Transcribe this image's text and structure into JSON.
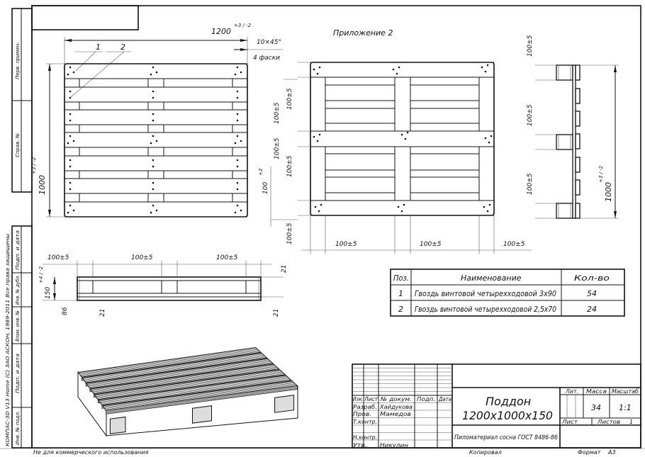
{
  "annex": "Приложение 2",
  "plan_view": {
    "width_dim": "1200",
    "width_tol": "+3 / -2",
    "length_dim": "1000",
    "length_tol": "+3 / -2",
    "chamfer": "10×45°",
    "chamfer_note": "4 фаски",
    "board_dim": "100",
    "board_tol": "+2",
    "callout_1": "1",
    "callout_2": "2",
    "right_dims": [
      "100±5",
      "100±5"
    ]
  },
  "front_view": {
    "left_dims": [
      "100±5",
      "100±5",
      "100±5"
    ],
    "bottom_dims": [
      "100±5",
      "100±5",
      "100±5"
    ]
  },
  "side_view": {
    "dims": [
      "100±5",
      "100±5",
      "100±5"
    ],
    "length_dim": "1000",
    "length_tol": "+3 / -2"
  },
  "end_view": {
    "top_dims": [
      "100±5",
      "100±5",
      "100±5"
    ],
    "height_dim": "150",
    "height_tol": "+4 / -2",
    "block_dim": "86",
    "board_dims": [
      "21",
      "21",
      "21"
    ]
  },
  "parts_table": {
    "headers": [
      "Поз.",
      "Наименование",
      "Кол-во"
    ],
    "rows": [
      {
        "pos": "1",
        "name": "Гвоздь винтовой четырехходовой 3х90",
        "qty": "54"
      },
      {
        "pos": "2",
        "name": "Гвоздь винтовой четырехходовой 2,5х70",
        "qty": "24"
      }
    ]
  },
  "title_block": {
    "title_line1": "Поддон",
    "title_line2": "1200х1000х150",
    "material": "Пиломатериал сосна ГОСТ 8486-86",
    "col_headers": [
      "Изм.",
      "Лист",
      "№ докум.",
      "Подп.",
      "Дата"
    ],
    "roles": [
      {
        "role": "Разраб.",
        "name": "Хайдукова"
      },
      {
        "role": "Пров.",
        "name": "Мамедов"
      },
      {
        "role": "Т.контр.",
        "name": ""
      },
      {
        "role": "Н.контр.",
        "name": ""
      },
      {
        "role": "Утв.",
        "name": "Никулин"
      }
    ],
    "lit_label": "Лит.",
    "mass_label": "Масса",
    "scale_label": "Масштаб",
    "mass": "34",
    "scale": "1:1",
    "sheet_label": "Лист",
    "sheets_label": "Листов",
    "sheets": "1",
    "copied": "Копировал",
    "format_label": "Формат",
    "format": "A3"
  },
  "side_stamp": {
    "top": [
      "Перв. примен.",
      "Справ. №"
    ],
    "bottom": [
      "Подп. и дата",
      "Инв. № дубл.",
      "Взам. инв. №",
      "Подп. и дата",
      "Инв. № подл."
    ],
    "copyright": "КОМПАС-3D V13 Home (С) ЗАО АСКОН, 1989-2011 Все права защищены"
  },
  "footer_note": "Не для коммерческого использования"
}
